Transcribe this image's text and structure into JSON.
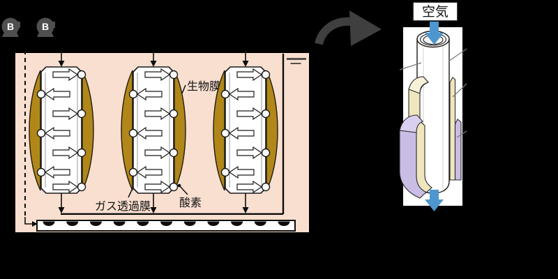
{
  "colors": {
    "background": "#000000",
    "tank_fill": "#F9DFD0",
    "biofilm": "#B1871A",
    "membrane_white": "#FFFFFF",
    "cream": "#EFE6BE",
    "cream_top": "#F7F1DA",
    "purple": "#C9BDE6",
    "purple_top": "#D9D0F0",
    "blue_arrow": "#4D96CF",
    "blower_gray": "#4F4F4F",
    "zoom_gray": "#3F3F3F",
    "leader_gray": "#7A7A7A",
    "water_mark": "#55504A"
  },
  "blowers": {
    "label": "B",
    "count": 2
  },
  "tank": {
    "labels": {
      "biofilm": "生物膜",
      "gas_permeable_membrane": "ガス透過膜",
      "oxygen": "酸素"
    },
    "module_count": 3,
    "module_centers": [
      88,
      220,
      352
    ],
    "diffuser_dome_count": 11
  },
  "detail": {
    "air_label": "空気"
  },
  "icons": {
    "blower": "circle-with-B-on-base",
    "zoom_arrow": "thick-curved-gray-arrow",
    "air_in": "blue-down-arrow",
    "air_out": "blue-down-arrow",
    "water_level": "double-horizontal-line",
    "oxygen_transfer": "white-block-arrow",
    "diffuser_dome": "black-half-dome"
  }
}
